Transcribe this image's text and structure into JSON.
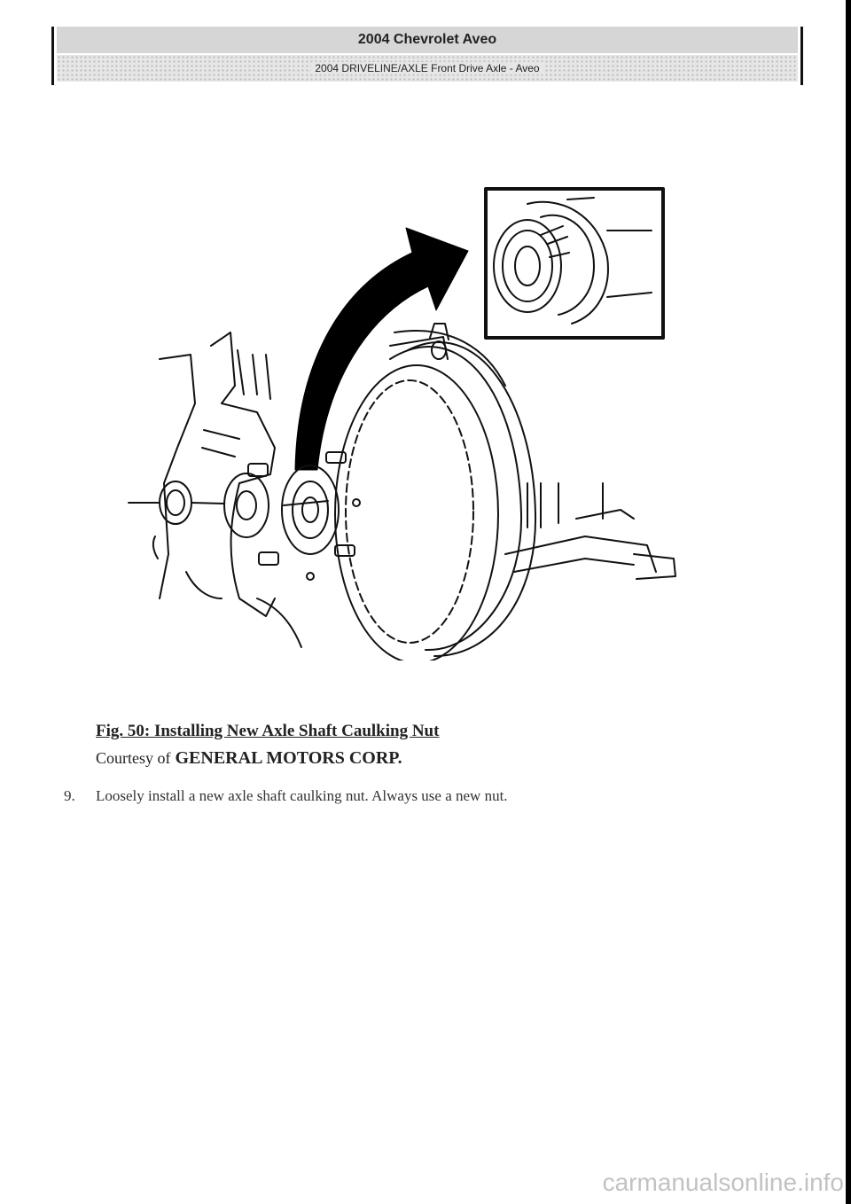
{
  "header": {
    "title": "2004 Chevrolet Aveo",
    "subtitle": "2004 DRIVELINE/AXLE Front Drive Axle - Aveo"
  },
  "figure": {
    "caption": "Fig. 50: Installing New Axle Shaft Caulking Nut",
    "courtesy_prefix": "Courtesy of",
    "courtesy_name": "GENERAL MOTORS CORP."
  },
  "steps": [
    {
      "number": "9.",
      "text": "Loosely install a new axle shaft caulking nut. Always use a new nut."
    }
  ],
  "footer": {
    "watermark": "carmanualsonline.info"
  }
}
